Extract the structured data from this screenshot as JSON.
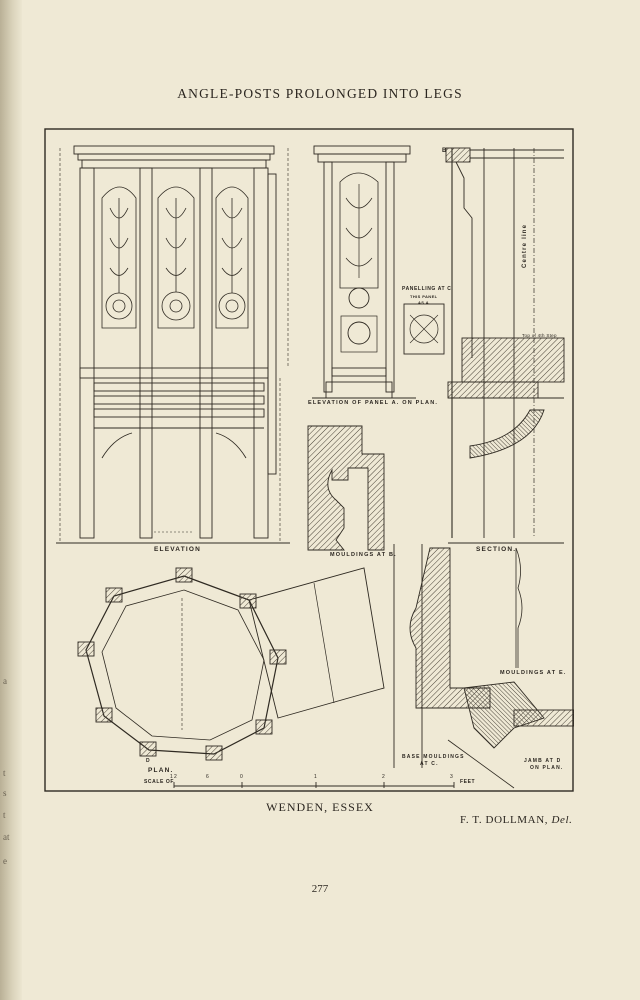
{
  "header": {
    "title": "ANGLE-POSTS PROLONGED INTO LEGS"
  },
  "plate": {
    "labels": {
      "elevation": "ELEVATION",
      "panel_elevation": "ELEVATION OF PANEL A. ON PLAN.",
      "panelling": "PANELLING AT C.",
      "this_panel": "THIS PANEL",
      "as_a": "AS A.",
      "centre_line": "Centre line",
      "top_step": "Top of 4th Step",
      "section": "SECTION.",
      "mouldings_b": "MOULDINGS AT B.",
      "mouldings_e": "MOULDINGS AT E.",
      "base_mouldings": "BASE MOULDINGS",
      "at_c": "AT C.",
      "jamb": "JAMB AT D",
      "on_plan": "ON PLAN.",
      "plan": "PLAN.",
      "scale_of": "SCALE OF",
      "feet": "FEET",
      "letter_b": "B",
      "letter_d": "D"
    },
    "scale_ticks": [
      "12",
      "6",
      "0",
      "1",
      "2",
      "3"
    ]
  },
  "caption": {
    "place": "WENDEN, ESSEX"
  },
  "credit": {
    "name": "F. T. DOLLMAN,",
    "suffix": "Del."
  },
  "page_number": "277",
  "gutter_marks": [
    "a",
    "t",
    "s",
    "t",
    "at",
    "e"
  ]
}
